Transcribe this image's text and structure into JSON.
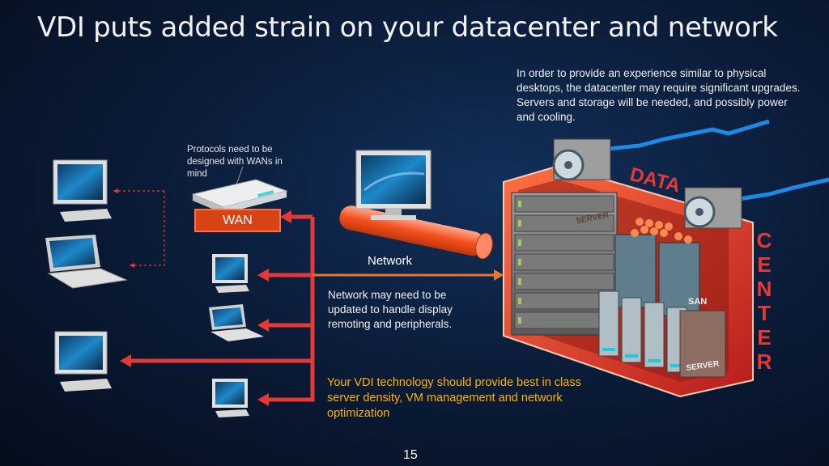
{
  "title": "VDI puts added strain on your datacenter and network",
  "datacenter_note": "In order to provide an experience similar to physical desktops, the datacenter may require significant upgrades.  Servers and storage will be needed, and possibly power and cooling.",
  "protocols_note": "Protocols need to be designed with WANs in mind",
  "wan_label": "WAN",
  "network_label": "Network",
  "network_note": "Network may need to be updated to handle display remoting and peripherals.",
  "vdi_note": "Your VDI technology should provide best in class server density, VM management and network optimization",
  "datacenter_sign": {
    "data": "DATA",
    "center": [
      "C",
      "E",
      "N",
      "T",
      "E",
      "R"
    ]
  },
  "server_label": "SERVER",
  "san_label": "SAN",
  "page_number": "15",
  "colors": {
    "arrow": "#e53935",
    "pipe": "#ff7043",
    "amber_text": "#ffb300",
    "dc_red": "#c62828"
  }
}
